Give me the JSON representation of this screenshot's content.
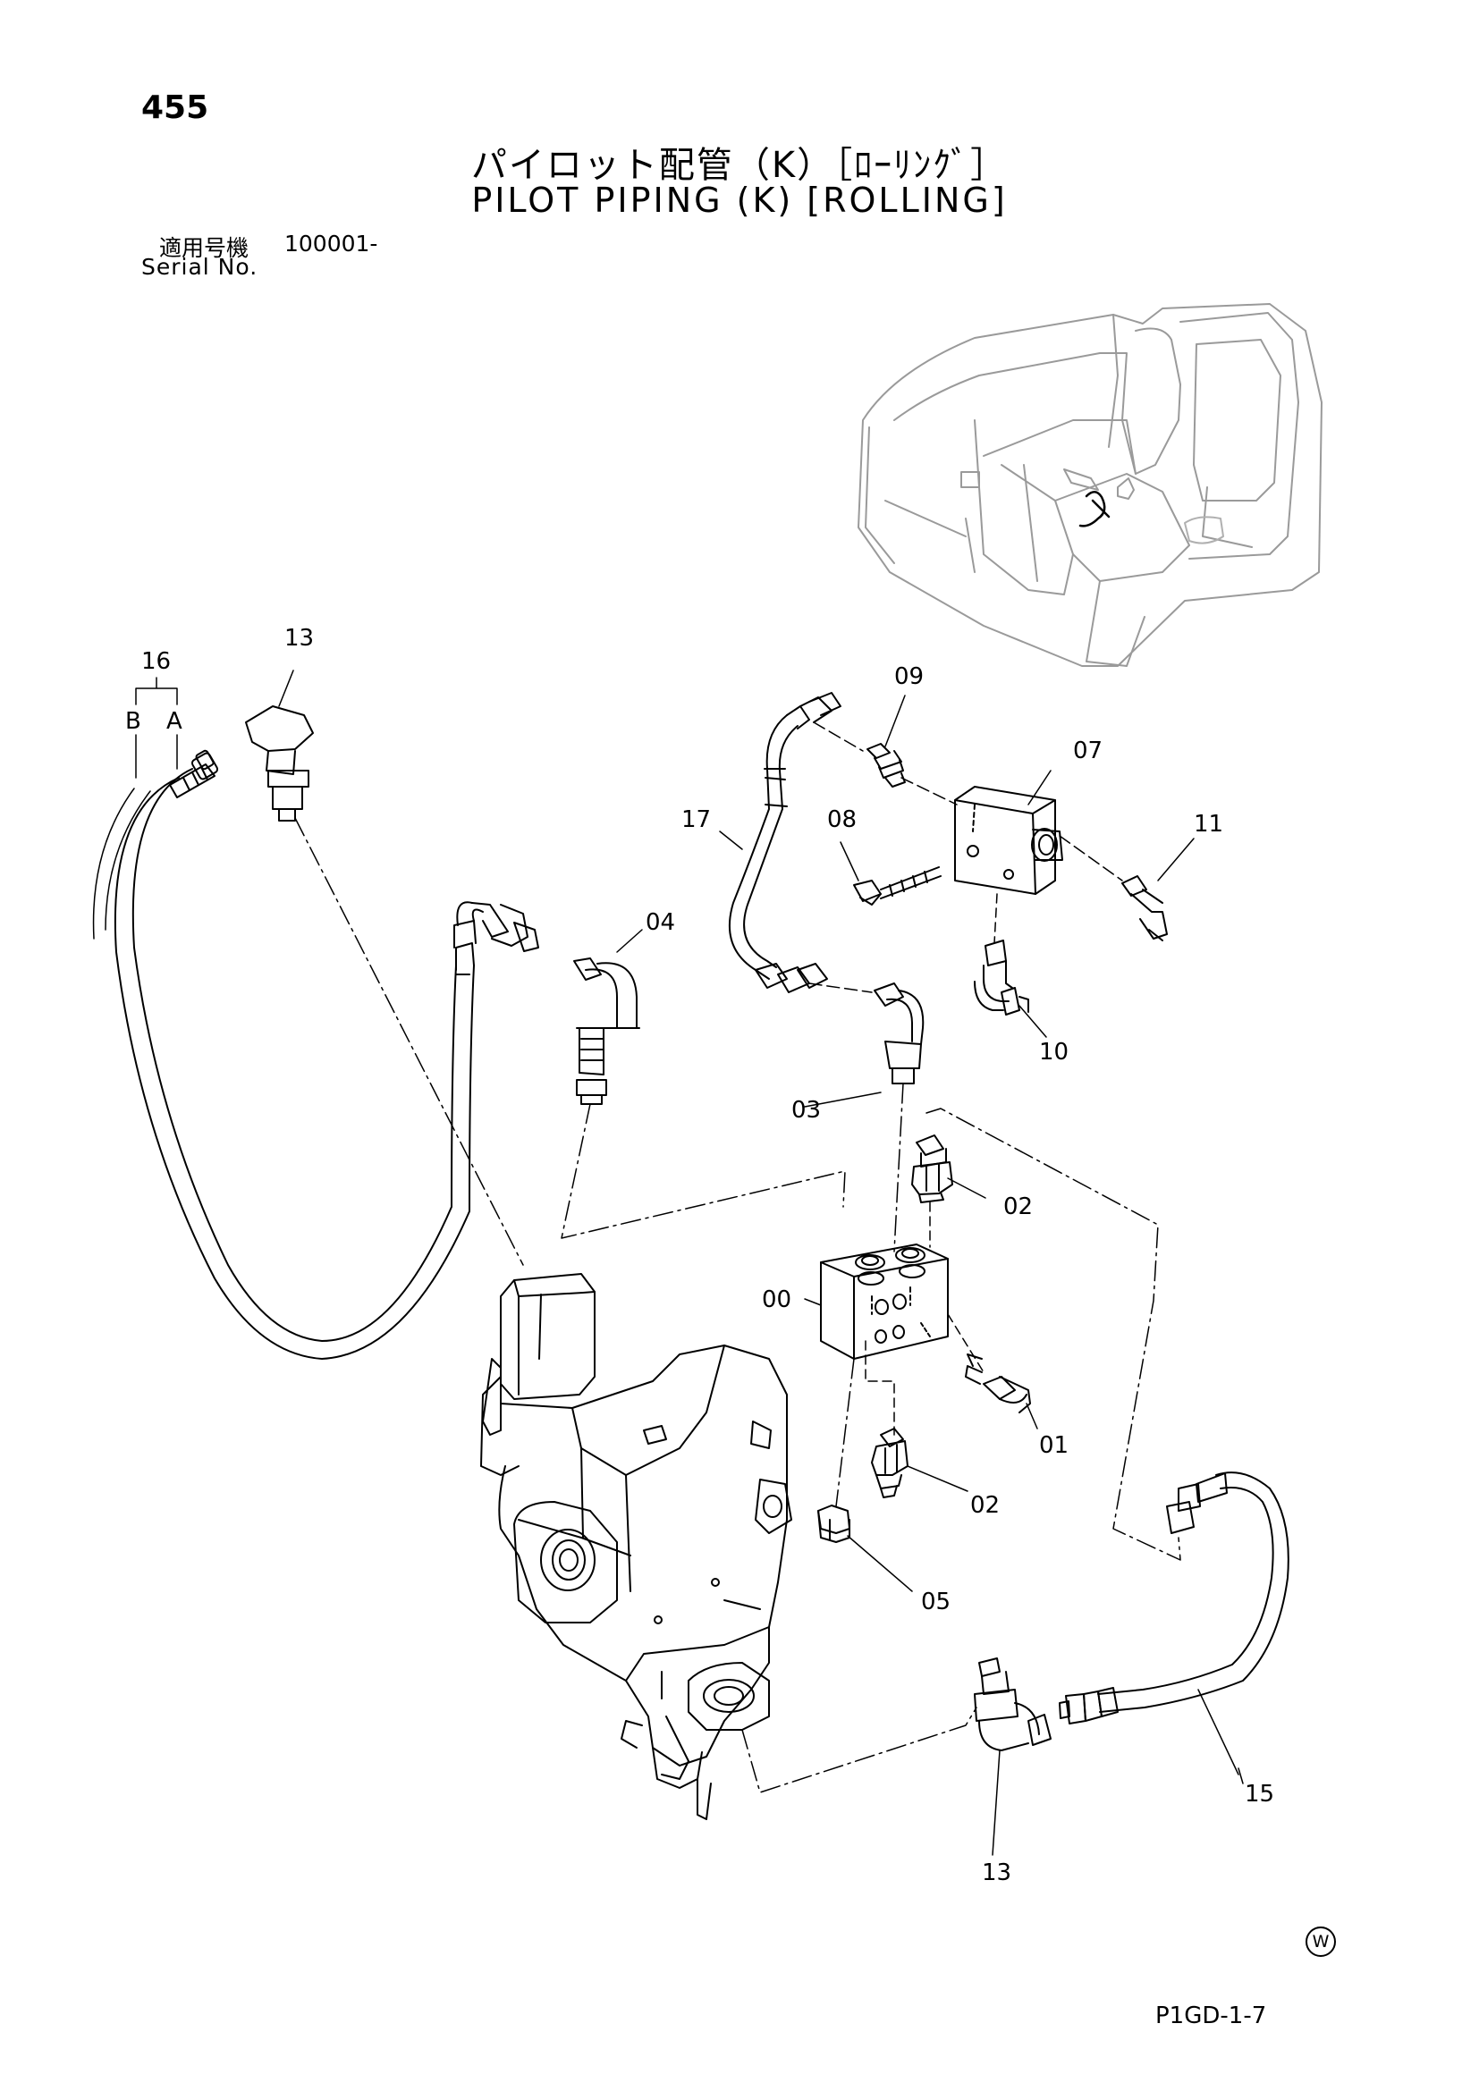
{
  "header": {
    "page_number": "455",
    "title_jp": "パイロット配管（K）［ﾛｰﾘﾝｸﾞ］",
    "title_en": "PILOT PIPING (K) [ROLLING]",
    "serial_label_jp": "適用号機",
    "serial_value": "100001-",
    "serial_label_en": "Serial No."
  },
  "callouts": {
    "c00": "00",
    "c01": "01",
    "c02a": "02",
    "c02b": "02",
    "c03": "03",
    "c04": "04",
    "c05": "05",
    "c07": "07",
    "c08": "08",
    "c09": "09",
    "c10": "10",
    "c11": "11",
    "c13a": "13",
    "c13b": "13",
    "c15": "15",
    "c16": "16",
    "c16A": "A",
    "c16B": "B",
    "c17": "17"
  },
  "footer": {
    "code": "P1GD-1-7",
    "mark": "W"
  }
}
